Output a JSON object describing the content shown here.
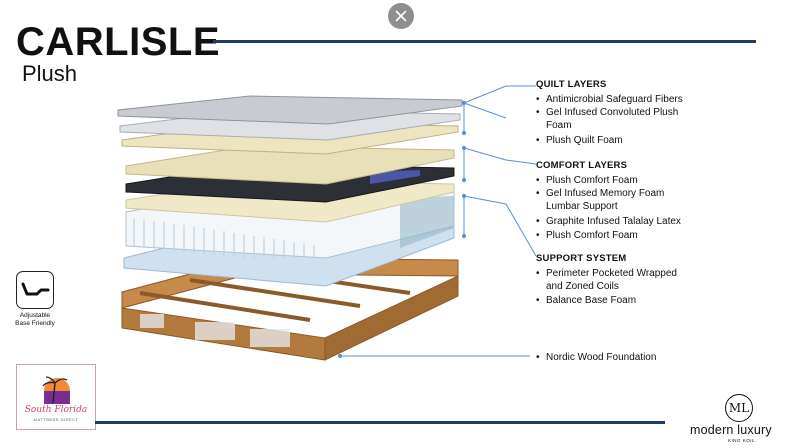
{
  "header": {
    "title": "CARLISLE",
    "subtitle": "Plush"
  },
  "specs": {
    "quilt": {
      "heading": "QUILT LAYERS",
      "items": [
        "Antimicrobial Safeguard Fibers",
        "Gel Infused Convoluted Plush",
        "Foam",
        "Plush Quilt Foam"
      ]
    },
    "comfort": {
      "heading": "COMFORT LAYERS",
      "items": [
        "Plush Comfort Foam",
        "Gel Infused Memory Foam",
        "Lumbar Support",
        "Graphite Infused Talalay Latex",
        "Plush Comfort Foam"
      ]
    },
    "support": {
      "heading": "SUPPORT SYSTEM",
      "items": [
        "Perimeter Pocketed Wrapped",
        "and Zoned Coils",
        "Balance Base Foam"
      ]
    },
    "foundation": {
      "items": [
        "Nordic Wood Foundation"
      ]
    }
  },
  "badge": {
    "adjustable_label_line1": "Adjustable",
    "adjustable_label_line2": "Base Friendly"
  },
  "logos": {
    "store_name": "South Florida",
    "store_sub": "MATTRESS DIRECT",
    "brand_monogram": "ML",
    "brand_name": "modern luxury",
    "brand_tagline": "KING KOIL"
  },
  "colors": {
    "rule": "#1f3a6b",
    "connector": "#5a8fd8",
    "close_button": "#8e8e8e"
  },
  "icons": {
    "close": "close-icon",
    "adjustable": "adjustable-bed-icon"
  }
}
